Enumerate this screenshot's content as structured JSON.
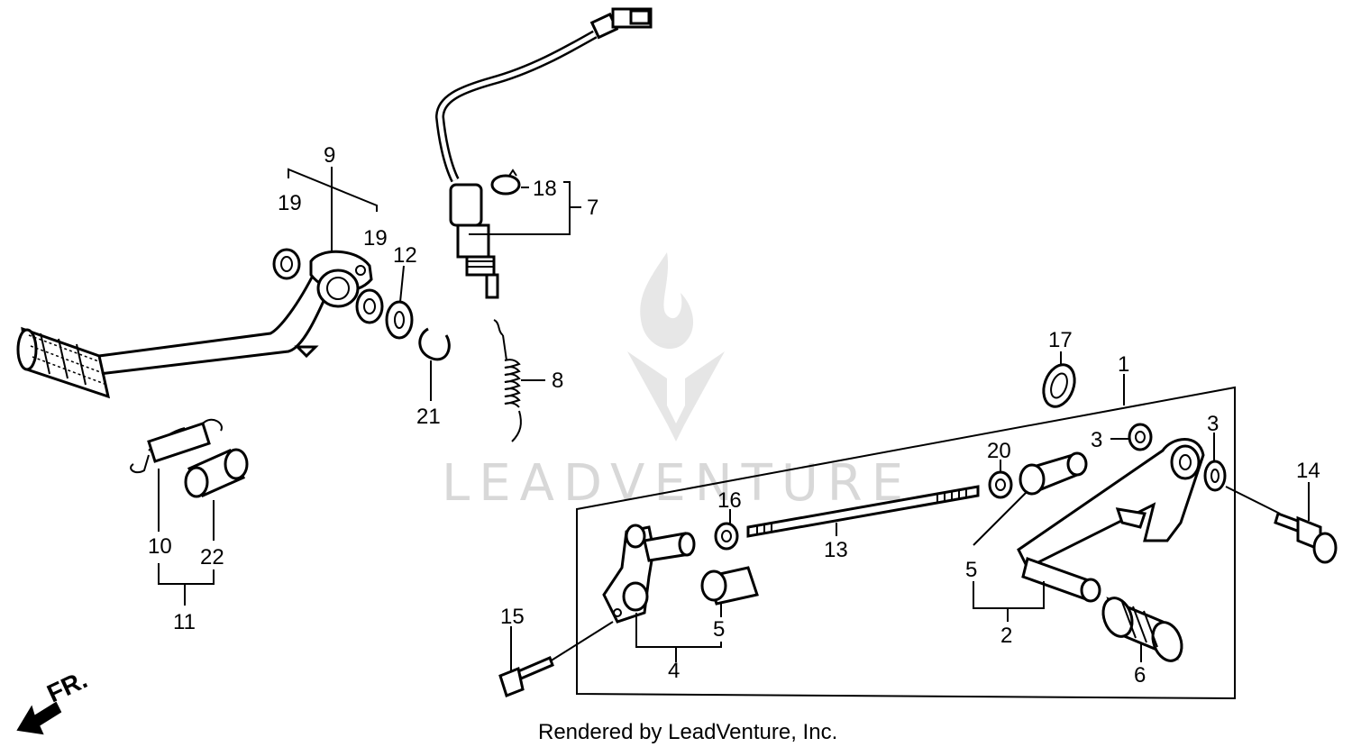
{
  "watermark": {
    "brand": "LEADVENTURE"
  },
  "footer": {
    "credit": "Rendered by LeadVenture, Inc."
  },
  "direction": {
    "label": "FR."
  },
  "callouts": [
    {
      "id": "c1",
      "text": "1"
    },
    {
      "id": "c2",
      "text": "2"
    },
    {
      "id": "c3a",
      "text": "3"
    },
    {
      "id": "c3b",
      "text": "3"
    },
    {
      "id": "c4",
      "text": "4"
    },
    {
      "id": "c5a",
      "text": "5"
    },
    {
      "id": "c5b",
      "text": "5"
    },
    {
      "id": "c6",
      "text": "6"
    },
    {
      "id": "c7",
      "text": "7"
    },
    {
      "id": "c8",
      "text": "8"
    },
    {
      "id": "c9",
      "text": "9"
    },
    {
      "id": "c10",
      "text": "10"
    },
    {
      "id": "c11",
      "text": "11"
    },
    {
      "id": "c12",
      "text": "12"
    },
    {
      "id": "c13",
      "text": "13"
    },
    {
      "id": "c14",
      "text": "14"
    },
    {
      "id": "c15",
      "text": "15"
    },
    {
      "id": "c16",
      "text": "16"
    },
    {
      "id": "c17",
      "text": "17"
    },
    {
      "id": "c18",
      "text": "18"
    },
    {
      "id": "c19a",
      "text": "19"
    },
    {
      "id": "c19b",
      "text": "19"
    },
    {
      "id": "c20",
      "text": "20"
    },
    {
      "id": "c21",
      "text": "21"
    },
    {
      "id": "c22",
      "text": "22"
    }
  ]
}
